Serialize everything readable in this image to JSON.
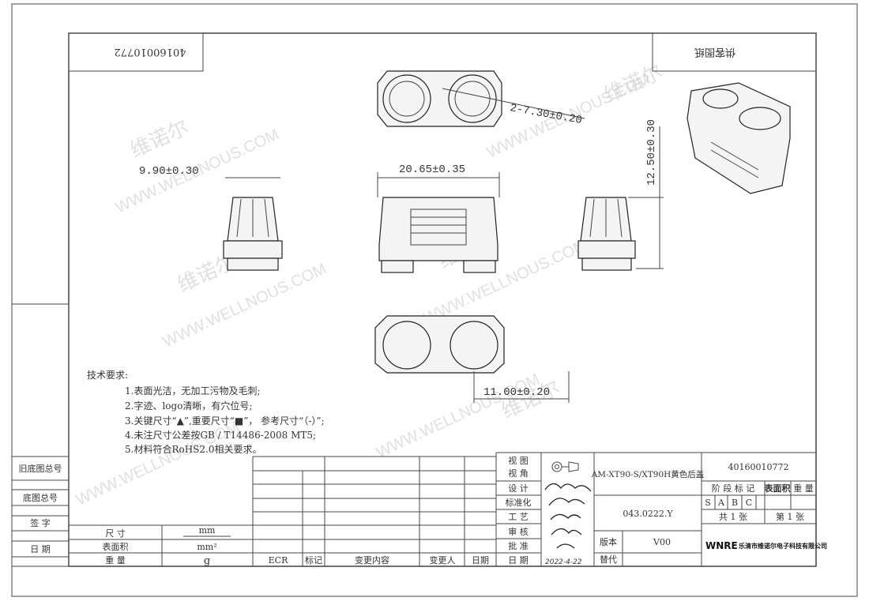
{
  "header": {
    "drawing_number_flipped": "40160010772",
    "customer_drawing_flipped": "供客图纸"
  },
  "dimensions": {
    "hole_diameter": "2-7.30±0.20",
    "height": "12.50±0.30",
    "width_side": "9.90±0.30",
    "length": "20.65±0.35",
    "pitch": "11.00±0.20"
  },
  "watermark": {
    "cn": "维诺尔",
    "en": "WWW.WELLNOUS.COM"
  },
  "notes": {
    "title": "技术要求:",
    "items": [
      "1.表面光洁，无加工污物及毛刺;",
      "2.字迹、logo清晰，有穴位号;",
      "3.关键尺寸“▲”,重要尺寸“■”， 参考尺寸“（-）”;",
      "4.未注尺寸公差按GB / T14486-2008 MT5;",
      "5.材料符合RoHS2.0相关要求。"
    ]
  },
  "left_strip": {
    "old_base_number": "旧底图总号",
    "base_number": "底图总号",
    "signature": "签  字",
    "date": "日  期"
  },
  "units_table": {
    "size_label": "尺 寸",
    "size_unit": "mm",
    "area_label": "表面积",
    "area_unit": "mm²",
    "weight_label": "重 量",
    "weight_unit": "g"
  },
  "revision_table": {
    "headers": [
      "ECR",
      "标记",
      "变更内容",
      "变更人",
      "日期"
    ]
  },
  "title_block": {
    "labels": [
      "视 图",
      "视 角",
      "设 计",
      "标准化",
      "工 艺",
      "审 核",
      "批 准",
      "日 期"
    ],
    "part_name": "AM-XT90-S/XT90H黄色后盖",
    "part_code": "043.0222.Y",
    "version_label": "版本",
    "version_value": "V00",
    "replace_label": "替代",
    "drawing_number": "40160010772",
    "stage_label": "阶 段 标 记",
    "surface_label": "表面积",
    "weight_label": "重 量",
    "stages": [
      "S",
      "A",
      "B",
      "C"
    ],
    "total_sheets": "共 1 张",
    "sheet_no": "第 1 张",
    "company_logo": "WNRE",
    "company_name": "乐清市维诺尔电子科技有限公司",
    "date_signed": "2022-4-22"
  }
}
